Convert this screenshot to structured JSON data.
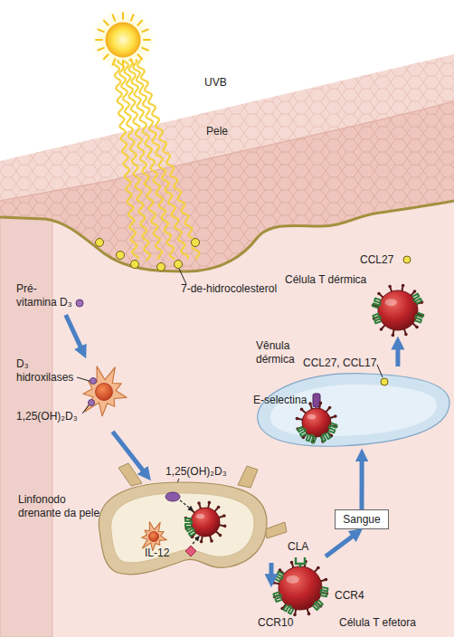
{
  "diagram": {
    "nodes": [
      {
        "text": [
          "Pré-vitamina D₃"
        ]
      },
      {
        "text": [
          "D₃ hidroxilases",
          "1,25(OH)₂D₃"
        ]
      },
      {
        "text": [
          "Linfonodo drenante da pele"
        ]
      },
      {
        "text": [
          "CLA",
          "CCR4",
          "CCR10",
          "Célula T efetora"
        ]
      },
      {
        "text": [
          "Sangue"
        ]
      },
      {
        "text": [
          "Vênula dérmica",
          "CCL27, CCL17",
          "E-selectina"
        ]
      },
      {
        "text": [
          "CCL27",
          "Célula T dérmica"
        ]
      }
    ],
    "edges": [
      {
        "from": 0,
        "to": 1,
        "arrow": "to"
      },
      {
        "from": 1,
        "to": 2,
        "arrow": "to"
      },
      {
        "from": 2,
        "to": 3,
        "arrow": "to"
      },
      {
        "from": 3,
        "to": 4,
        "arrow": "to"
      },
      {
        "from": 4,
        "to": 5,
        "arrow": "to"
      },
      {
        "from": 5,
        "to": 6,
        "arrow": "to"
      }
    ],
    "labels": [
      "UVB",
      "Pele",
      "7-de-hidrocolesterol",
      "1,25(OH)₂D₃",
      "IL-12"
    ]
  }
}
